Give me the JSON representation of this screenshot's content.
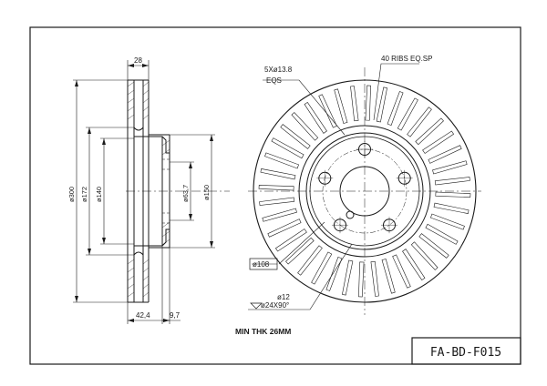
{
  "drawing": {
    "part_number": "FA-BD-F015",
    "note_min_thickness": "MIN THK 26MM",
    "side_view": {
      "dim_width_top": "28",
      "dim_outer_diameter": "ø300",
      "dim_hat_diameter": "ø172",
      "dim_bore_diameter": "ø140",
      "dim_center_bore": "ø63,7",
      "dim_flange_diameter": "ø150",
      "dim_offset": "42,4",
      "dim_hat_thickness": "9,7"
    },
    "front_view": {
      "callout_bolt_holes_line1": "5Xø13.8",
      "callout_bolt_holes_line2": "EQS",
      "callout_ribs": "40 RIBS EQ.SP",
      "callout_bolt_circle": "ø108",
      "callout_pilot_hole_line1": "ø12",
      "callout_pilot_hole_line2": "ø24X90°",
      "rib_count": 40,
      "bolt_hole_count": 5
    }
  }
}
